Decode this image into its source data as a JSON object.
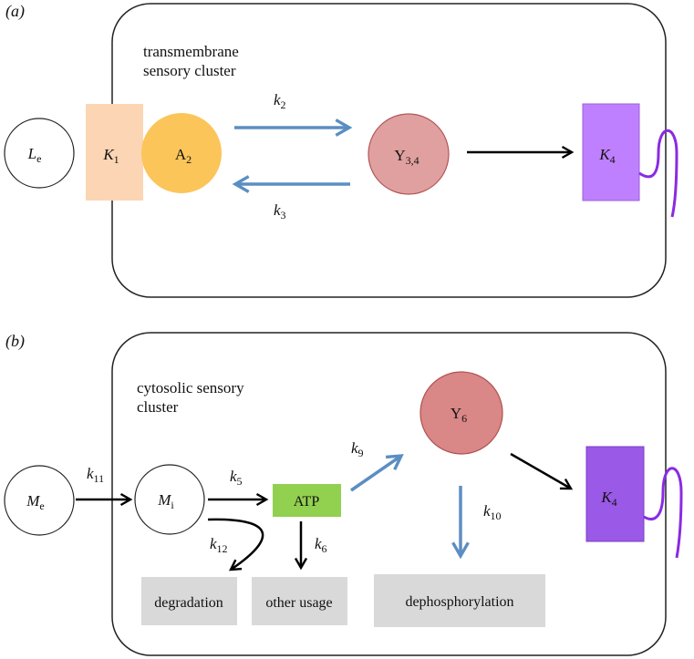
{
  "panel_a": {
    "panel_label": "(a)",
    "cluster_title_line1": "transmembrane",
    "cluster_title_line2": "sensory cluster",
    "ligand": {
      "symbol": "L",
      "sub": "e"
    },
    "receptor": {
      "symbol": "K",
      "sub": "1"
    },
    "adaptor": {
      "symbol": "A",
      "sub": "2"
    },
    "response_regulator": {
      "symbol": "Y",
      "sub": "3,4"
    },
    "kinase": {
      "symbol": "K",
      "sub": "4"
    },
    "rate_forward": {
      "symbol": "k",
      "sub": "2"
    },
    "rate_backward": {
      "symbol": "k",
      "sub": "3"
    }
  },
  "panel_b": {
    "panel_label": "(b)",
    "cluster_title_line1": "cytosolic sensory",
    "cluster_title_line2": "cluster",
    "external_metabolite": {
      "symbol": "M",
      "sub": "e"
    },
    "internal_metabolite": {
      "symbol": "M",
      "sub": "i"
    },
    "atp_label": "ATP",
    "response_regulator": {
      "symbol": "Y",
      "sub": "6"
    },
    "kinase": {
      "symbol": "K",
      "sub": "4"
    },
    "rate_uptake": {
      "symbol": "k",
      "sub": "11"
    },
    "rate_atp": {
      "symbol": "k",
      "sub": "5"
    },
    "rate_degradation": {
      "symbol": "k",
      "sub": "12"
    },
    "rate_usage": {
      "symbol": "k",
      "sub": "6"
    },
    "rate_phosphorylation": {
      "symbol": "k",
      "sub": "9"
    },
    "rate_dephosphorylation": {
      "symbol": "k",
      "sub": "10"
    },
    "box_degradation": "degradation",
    "box_other_usage": "other usage",
    "box_dephosphorylation": "dephosphorylation"
  },
  "colors": {
    "receptor_fill": "#fcd5b4",
    "adaptor_fill": "#fbc55a",
    "regulator_fill": "#e0a0a0",
    "regulator_b_fill": "#d98787",
    "kinase_a_fill": "#bf80ff",
    "kinase_b_fill": "#9a59e6",
    "squiggle": "#8a2be2",
    "blue_arrow": "#5b8ec2",
    "atp_fill": "#92d050",
    "gray_box": "#d9d9d9"
  }
}
